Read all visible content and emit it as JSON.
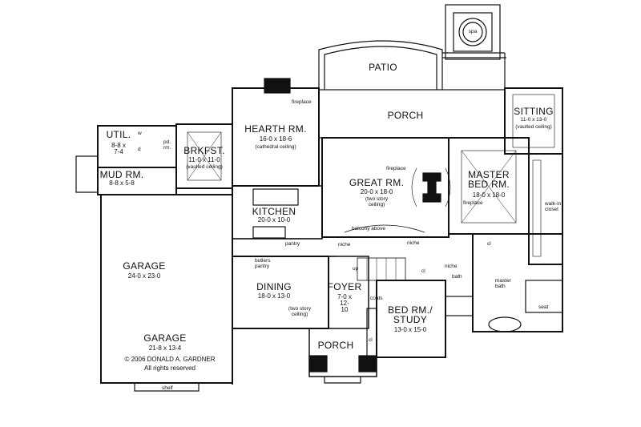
{
  "rooms": [
    {
      "id": "patio",
      "name": "PATIO",
      "dim": "",
      "note": ""
    },
    {
      "id": "porch-rear",
      "name": "PORCH",
      "dim": "",
      "note": ""
    },
    {
      "id": "hearth",
      "name": "HEARTH RM.",
      "dim": "16-0 x 18-6",
      "note": "(cathedral ceiling)"
    },
    {
      "id": "sitting",
      "name": "SITTING",
      "dim": "11-0 x 13-0",
      "note": "(vaulted ceiling)"
    },
    {
      "id": "brkfst",
      "name": "BRKFST.",
      "dim": "11-0 x 11-0",
      "note": "(vaulted ceiling)"
    },
    {
      "id": "great",
      "name": "GREAT RM.",
      "dim": "20-0 x 18-0",
      "note": "(two story ceiling)"
    },
    {
      "id": "master",
      "name": "MASTER BED RM.",
      "dim": "18-0 x 18-0",
      "note": ""
    },
    {
      "id": "kitchen",
      "name": "KITCHEN",
      "dim": "20-0 x 10-0",
      "note": ""
    },
    {
      "id": "util",
      "name": "UTIL.",
      "dim": "8-8 x 7-4",
      "note": ""
    },
    {
      "id": "mud",
      "name": "MUD RM.",
      "dim": "8-8 x 5-8",
      "note": ""
    },
    {
      "id": "garage1",
      "name": "GARAGE",
      "dim": "24-0 x 23-0",
      "note": ""
    },
    {
      "id": "garage2",
      "name": "GARAGE",
      "dim": "21-8 x 13-4",
      "note": ""
    },
    {
      "id": "dining",
      "name": "DINING",
      "dim": "18-0 x 13-0",
      "note": ""
    },
    {
      "id": "foyer",
      "name": "FOYER",
      "dim": "7-0 x 12-10",
      "note": "(two story ceiling)"
    },
    {
      "id": "bed",
      "name": "BED RM./ STUDY",
      "dim": "13-0 x 15-0",
      "note": ""
    },
    {
      "id": "porch-front",
      "name": "PORCH",
      "dim": "",
      "note": ""
    }
  ],
  "notes": {
    "spa": "spa",
    "fireplace": "fireplace",
    "balcony": "balcony above",
    "niche": "niche",
    "pantry": "pantry",
    "butlers": "butlers pantry",
    "walkin": "walk-in closet",
    "masterbath": "master bath",
    "bath": "bath",
    "cl": "cl",
    "up": "up",
    "coats": "coats",
    "seat": "seat",
    "shelf": "shelf",
    "pdrm": "pd. rm.",
    "w": "w",
    "d": "d"
  },
  "copyright": {
    "line1": "© 2006 DONALD A. GARDNER",
    "line2": "All rights reserved"
  }
}
